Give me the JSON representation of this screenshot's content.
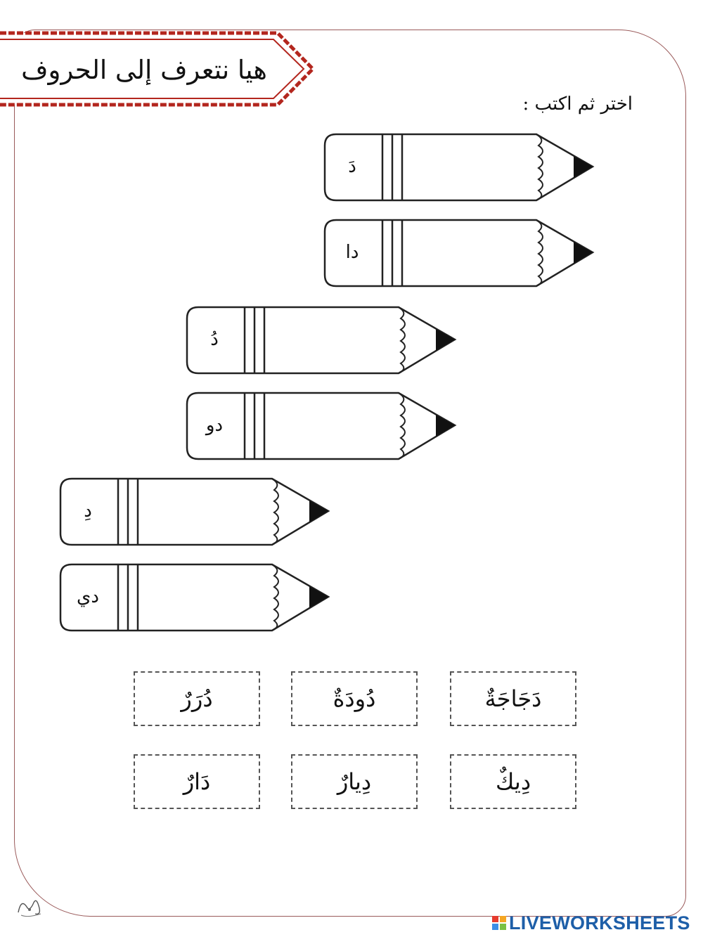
{
  "title": "هيا نتعرف إلى الحروف",
  "instruction": "اختر ثم اكتب :",
  "pencils": [
    {
      "label": "دَ"
    },
    {
      "label": "دا"
    },
    {
      "label": "دُ"
    },
    {
      "label": "دو"
    },
    {
      "label": "دِ"
    },
    {
      "label": "دي"
    }
  ],
  "word_cards": [
    {
      "word": "دَجَاجَةٌ"
    },
    {
      "word": "دُودَةٌ"
    },
    {
      "word": "دُرَرٌ"
    },
    {
      "word": "دِيكٌ"
    },
    {
      "word": "دِيارٌ"
    },
    {
      "word": "دَارٌ"
    }
  ],
  "brand": {
    "name": "LIVEWORKSHEETS",
    "colors": [
      "#e63b2e",
      "#f5a623",
      "#3b8ee6",
      "#7ac143"
    ]
  },
  "colors": {
    "frame": "#9a5a5a",
    "banner_border": "#b3261e",
    "brand_text": "#1e5fa8"
  },
  "icons": {
    "logo": "signature-logo-icon"
  }
}
